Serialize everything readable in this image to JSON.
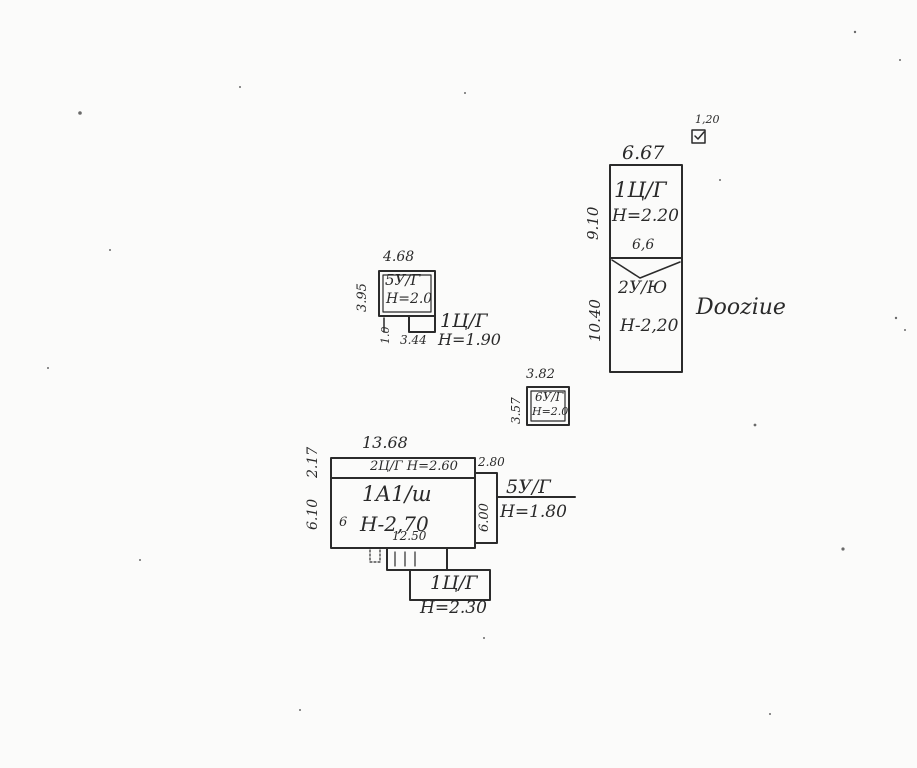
{
  "plan": {
    "tower": {
      "width_top": "6.67",
      "upper_height": "9.10",
      "upper_label": "1Ц/Г",
      "upper_height_note": "Н=2.20",
      "divider_note": "6,6",
      "lower_height": "10.40",
      "lower_label": "2У/Ю",
      "lower_height_note": "Н-2,20",
      "side_word": "Dооziие"
    },
    "small_square": {
      "top_note": "1,20"
    },
    "left_cluster": {
      "width_top": "4.68",
      "side_dim": "3.95",
      "upper_label": "5У/Г",
      "upper_height_note": "Н=2.0",
      "side_small": "1.0",
      "ext_label": "1Ц/Г",
      "ext_width": "3.44",
      "ext_height_note": "Н=1.90"
    },
    "small_box": {
      "width_top": "3.82",
      "side_dim": "3.57",
      "label": "6У/Г",
      "height_note": "Н=2.0"
    },
    "main_house": {
      "width_top": "13.68",
      "side_dim_a": "2.17",
      "side_dim_b": "6.10",
      "strip_label": "2Ц/Г Н=2.60",
      "label": "1А1/ш",
      "height_note": "Н-2,70",
      "right_dim": "2.80",
      "right_side": "6.00",
      "right_label": "5У/Г",
      "right_height_note": "Н=1.80",
      "bottom_note": "12.50",
      "left_mark": "6",
      "ext_label": "1Ц/Г",
      "ext_height_note": "Н=2.30"
    }
  }
}
